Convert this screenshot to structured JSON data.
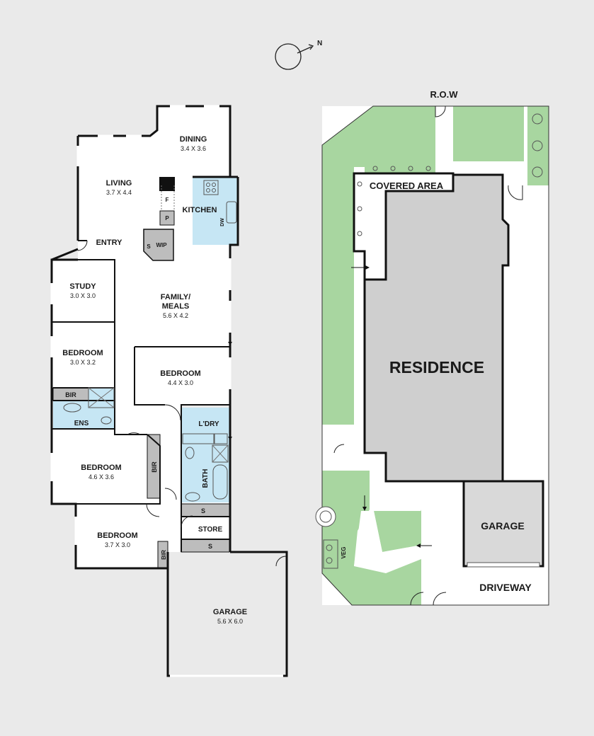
{
  "north": {
    "label": "N"
  },
  "floorplan": {
    "rooms": [
      {
        "id": "dining",
        "name": "DINING",
        "dims": "3.4 X 3.6"
      },
      {
        "id": "living",
        "name": "LIVING",
        "dims": "3.7 X 4.4"
      },
      {
        "id": "kitchen",
        "name": "KITCHEN",
        "dims": ""
      },
      {
        "id": "entry",
        "name": "ENTRY",
        "dims": ""
      },
      {
        "id": "study",
        "name": "STUDY",
        "dims": "3.0 X 3.0"
      },
      {
        "id": "family",
        "name": "FAMILY/",
        "name2": "MEALS",
        "dims": "5.6 X 4.2"
      },
      {
        "id": "bedroom1",
        "name": "BEDROOM",
        "dims": "3.0 X 3.2"
      },
      {
        "id": "bedroom2",
        "name": "BEDROOM",
        "dims": "4.4 X 3.0"
      },
      {
        "id": "bedroom3",
        "name": "BEDROOM",
        "dims": "4.6 X 3.6"
      },
      {
        "id": "bedroom4",
        "name": "BEDROOM",
        "dims": "3.7 X 3.0"
      },
      {
        "id": "garage",
        "name": "GARAGE",
        "dims": "5.6 X 6.0"
      }
    ],
    "small_labels": {
      "f": "F",
      "p": "P",
      "s_pantry": "S",
      "wip": "WIP",
      "dw": "DW",
      "bir1": "BIR",
      "ens": "ENS",
      "bir2": "BIR",
      "bir3": "BIR",
      "laundry": "L'DRY",
      "bath": "BATH",
      "s1": "S",
      "store": "STORE",
      "s2": "S"
    }
  },
  "siteplan": {
    "row": "R.O.W",
    "covered_area": "COVERED AREA",
    "residence": "RESIDENCE",
    "garage": "GARAGE",
    "driveway": "DRIVEWAY",
    "veg": "VEG"
  },
  "colors": {
    "background": "#eaeaea",
    "wet_area": "#c6e6f4",
    "garden": "#a8d6a0",
    "residence": "#cfcfcf",
    "walls": "#111111"
  }
}
